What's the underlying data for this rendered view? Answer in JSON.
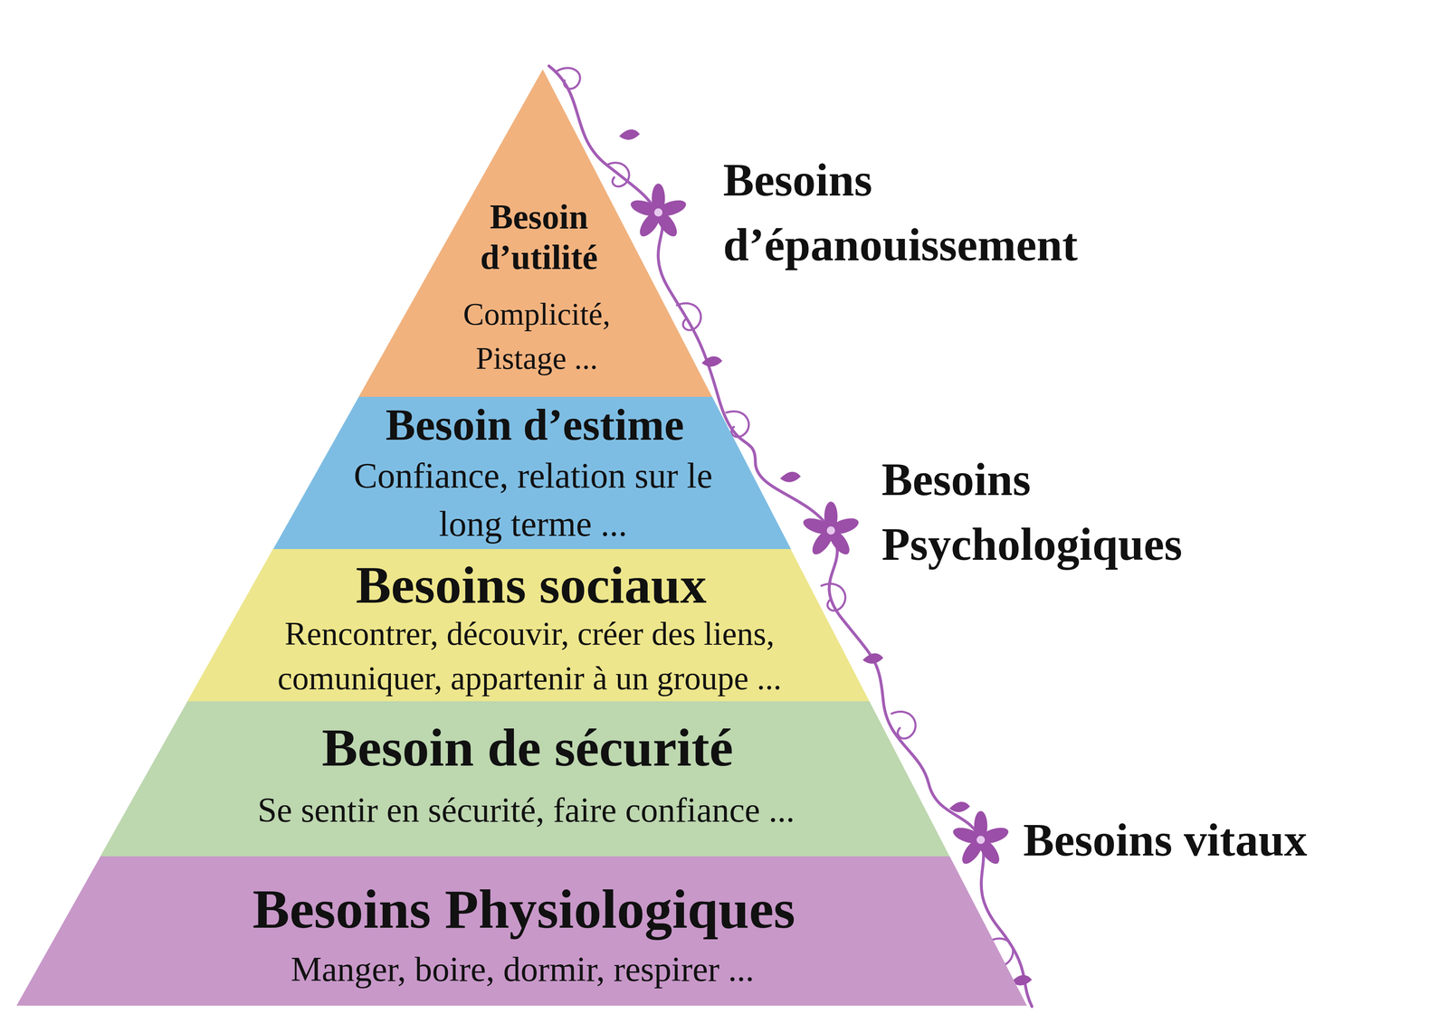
{
  "diagram": {
    "nodes": [
      {
        "text": [
          "Besoin d’utilité",
          "Complicité, Pistage ..."
        ]
      },
      {
        "text": [
          "Besoin d’estime",
          "Confiance, relation sur le long terme ..."
        ]
      },
      {
        "text": [
          "Besoins sociaux",
          "Rencontrer, découvir, créer des liens, comuniquer, appartenir à un groupe ..."
        ]
      },
      {
        "text": [
          "Besoin de sécurité",
          "Se sentir en sécurité, faire confiance ..."
        ]
      },
      {
        "text": [
          "Besoins Physiologiques",
          "Manger, boire, dormir, respirer ..."
        ]
      }
    ],
    "labels": [
      "Besoins d’épanouissement",
      "Besoins Psychologiques",
      "Besoins vitaux"
    ]
  }
}
